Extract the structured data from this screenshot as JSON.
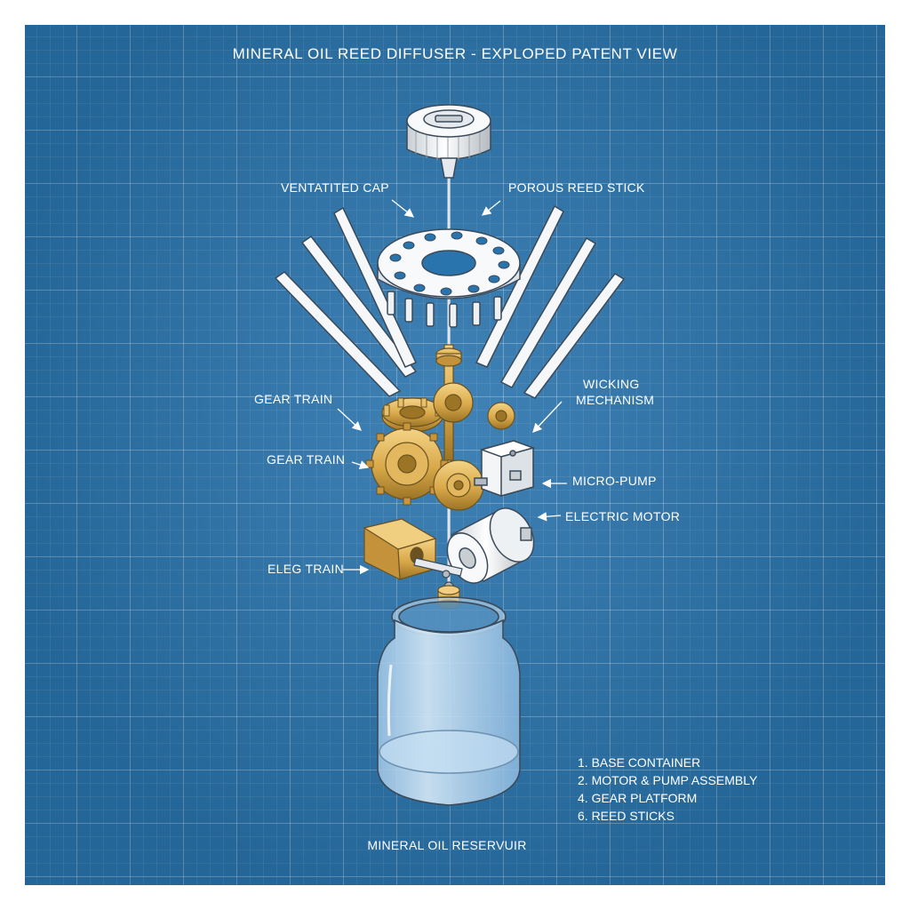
{
  "title": "MINERAL OIL REED DIFFUSER - EXPLOPED PATENT VIEW",
  "labels": {
    "ventilated_cap": "VENTATITED CAP",
    "porous_reed_stick": "POROUS REED STICK",
    "gear_train_upper": "GEAR TRAIN",
    "wicking_mechanism_line1": "WICKING",
    "wicking_mechanism_line2": "MECHANISM",
    "gear_train_lower": "GEAR TRAIN",
    "micro_pump": "MICRO-PUMP",
    "electric_motor": "ELECTRIC MOTOR",
    "elec_train": "ELEG TRAIN",
    "reservoir": "MINERAL OIL RESERVUIR"
  },
  "legend": [
    "1. BASE CONTAINER",
    "2. MOTOR & PUMP ASSEMBLY",
    "4. GEAR PLATFORM",
    "6. REED STICKS"
  ],
  "colors": {
    "blueprint": "#2a74ad",
    "line": "#ffffff",
    "brass": "#d9a94a",
    "white_part": "#f2f4f6",
    "glass": "#bcd8ee"
  }
}
